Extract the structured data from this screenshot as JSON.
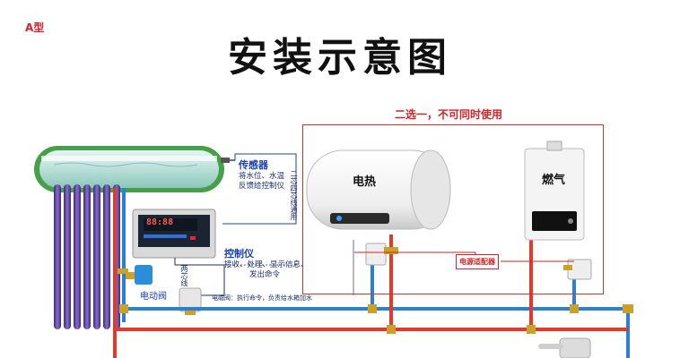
{
  "type_tag": "A型",
  "title": "安装示意图",
  "choice_note": "二选一，不可同时使用",
  "sensor": {
    "title": "传感器",
    "desc_line1": "将水位、水温",
    "desc_line2": "反馈给控制仪"
  },
  "wire_note": "二芯四芯线通用",
  "controller": {
    "title": "控制仪",
    "desc_line1": "接收、处理、显示信息、",
    "desc_line2": "发出命令",
    "display": "88:88"
  },
  "two_core": "两芯线",
  "valve_label": "电动阀",
  "solenoid_note": "电磁阀：执行命令，负责给水箱加水",
  "adapter_label": "电源适配器",
  "electric_heater_label": "电热",
  "gas_heater_label": "燃气",
  "colors": {
    "accent_red": "#d2232a",
    "label_blue": "#1a3fb0",
    "hot_pipe": "#e03a2e",
    "cold_pipe": "#2d7fd3",
    "tank_green": "#4caf50"
  }
}
